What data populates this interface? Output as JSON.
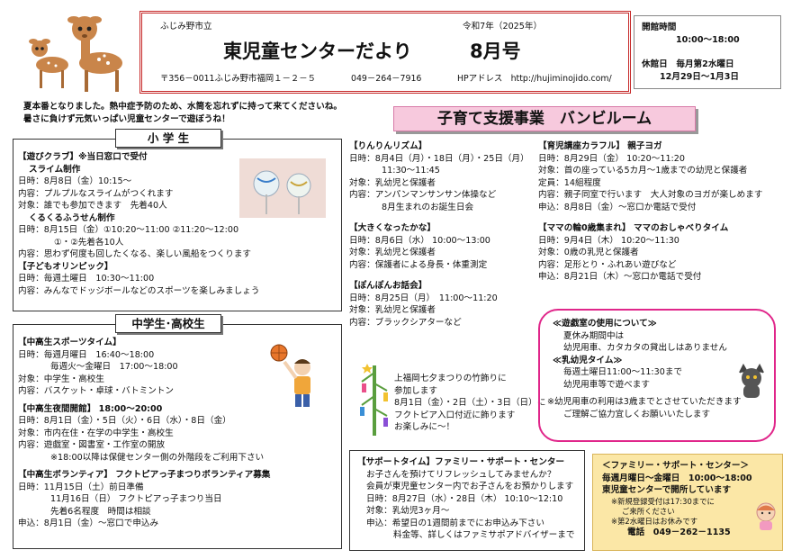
{
  "header": {
    "city": "ふじみ野市立",
    "date": "令和7年（2025年）",
    "title": "東児童センターだより",
    "issue": "8月号",
    "address": "〒356－0011ふじみ野市福岡１－２－５",
    "phone": "049－264－7916",
    "hp": "HPアドレス　http://hujiminojido.com/"
  },
  "hours": {
    "open_label": "開館時間",
    "open_time": "10:00～18:00",
    "closed_label": "休館日",
    "closed_1": "毎月第2水曜日",
    "closed_2": "12月29日～1月3日"
  },
  "intro": [
    "夏本番となりました。熱中症予防のため、水筒を忘れずに持って来てくださいね。",
    "暑さに負けず元気いっぱい児童センターで遊ぼうね！"
  ],
  "elementary": {
    "title": "小 学 生",
    "lines": [
      "【遊びクラブ】※当日窓口で受付",
      "スライム制作",
      "日時：8月8日（金）10:15～",
      "内容：プルプルなスライムがつくれます",
      "対象：誰でも参加できます　先着40人",
      "くるくるふうせん制作",
      "日時：8月15日（金）①10:20～11:00 ②11:20～12:00",
      "①・②先着各10人",
      "内容：思わず何度も回したくなる、楽しい風船をつくります",
      "【子どもオリンピック】",
      "日時：毎週土曜日　10:30～11:00",
      "内容：みんなでドッジボールなどのスポーツを楽しみましょう"
    ]
  },
  "teen": {
    "title": "中学生･高校生",
    "lines": [
      "【中高生スポーツタイム】",
      "日時：毎週月曜日　16:40～18:00",
      "毎週火～金曜日　17:00～18:00",
      "対象：中学生・高校生",
      "内容：バスケット・卓球・バトミントン",
      "【中高生夜間開館】 18:00～20:00",
      "日時：8月1日（金）・5日（火）・6日（水）・8日（金）",
      "対象：市内在住・在学の中学生・高校生",
      "内容：遊戯室・図書室・工作室の開放",
      "※18:00以降は保健センター側の外階段をご利用下さい",
      "【中高生ボランティア】 フクトピアっ子まつりボランティア募集",
      "日時：11月15日（土）前日準備",
      "11月16日（日） フクトピアっ子まつり当日",
      "先着6名程度　時間は相談",
      "申込：8月1日（金）～窓口で申込み"
    ]
  },
  "banner": "子育て支援事業　バンビルーム",
  "bambi_left": [
    "【りんりんリズム】",
    "日時：8月4日（月）・18日（月）・25日（月）",
    "11:30～11:45",
    "対象：乳幼児と保護者",
    "内容：アンパンマンサンサン体操など",
    "8月生まれのお誕生日会",
    "【大きくなったかな】",
    "日時：8月6日（水） 10:00～13:00",
    "対象：乳幼児と保護者",
    "内容：保護者による身長・体重測定",
    "【ぽんぽんお話会】",
    "日時：8月25日（月）　11:00～11:20",
    "対象：乳幼児と保護者",
    "内容：ブラックシアターなど"
  ],
  "bambi_right": [
    "【育児講座カラフル】 親子ヨガ",
    "日時：8月29日（金） 10:20～11:20",
    "対象：首の座っている5カ月～1歳までの幼児と保護者",
    "定員：14組程度",
    "内容：親子同室で行います　大人対象のヨガが楽しめます",
    "申込：8月8日（金）～窓口か電話で受付",
    "【ママの輪0歳集まれ】 ママのおしゃべりタイム",
    "日時：9月4日（木） 10:20～11:30",
    "対象：0歳の乳児と保護者",
    "内容：足形とり・ふれあい遊びなど",
    "申込：8月21日（木）～窓口か電話で受付"
  ],
  "tanabata": [
    "上福岡七夕まつりの竹飾りに",
    "参加します",
    "8月1日（金）・2日（土）・3日（日）に",
    "フクトピア入口付近に飾ります",
    "お楽しみに～！"
  ],
  "playroom": [
    "≪遊戯室の使用について≫",
    "夏休み期間中は",
    "幼児用車、カタカタの貸出しはありません",
    "≪乳幼児タイム≫",
    "毎週土曜日11:00～11:30まで",
    "幼児用車等で遊べます",
    "※幼児用車の利用は3歳までとさせていただきます",
    "ご理解ご協力宜しくお願いいたします"
  ],
  "support": [
    "【サポートタイム】ファミリー・サポート・センター",
    "お子さんを預けてリフレッシュしてみませんか？",
    "会員が東児童センター内でお子さんをお預かりします",
    "日時：8月27日（水）・28日（木） 10:10～12:10",
    "対象：乳幼児3ヶ月～",
    "申込：希望日の1週間前までにお申込み下さい",
    "料金等、詳しくはファミサポアドバイザーまで"
  ],
  "family": [
    "＜ファミリー・サポート・センター＞",
    "毎週月曜日～金曜日　10:00～18:00",
    "東児童センターで開所しています",
    "※新規登録受付は17:30までに",
    "ご来所ください",
    "※第2水曜日はお休みです",
    "電話　049－262－1135"
  ],
  "colors": {
    "masthead_border": "#c62828",
    "banner_bg": "#f7c9dd",
    "pink_border": "#e0268a",
    "yellow_bg": "#fbe7a6"
  }
}
